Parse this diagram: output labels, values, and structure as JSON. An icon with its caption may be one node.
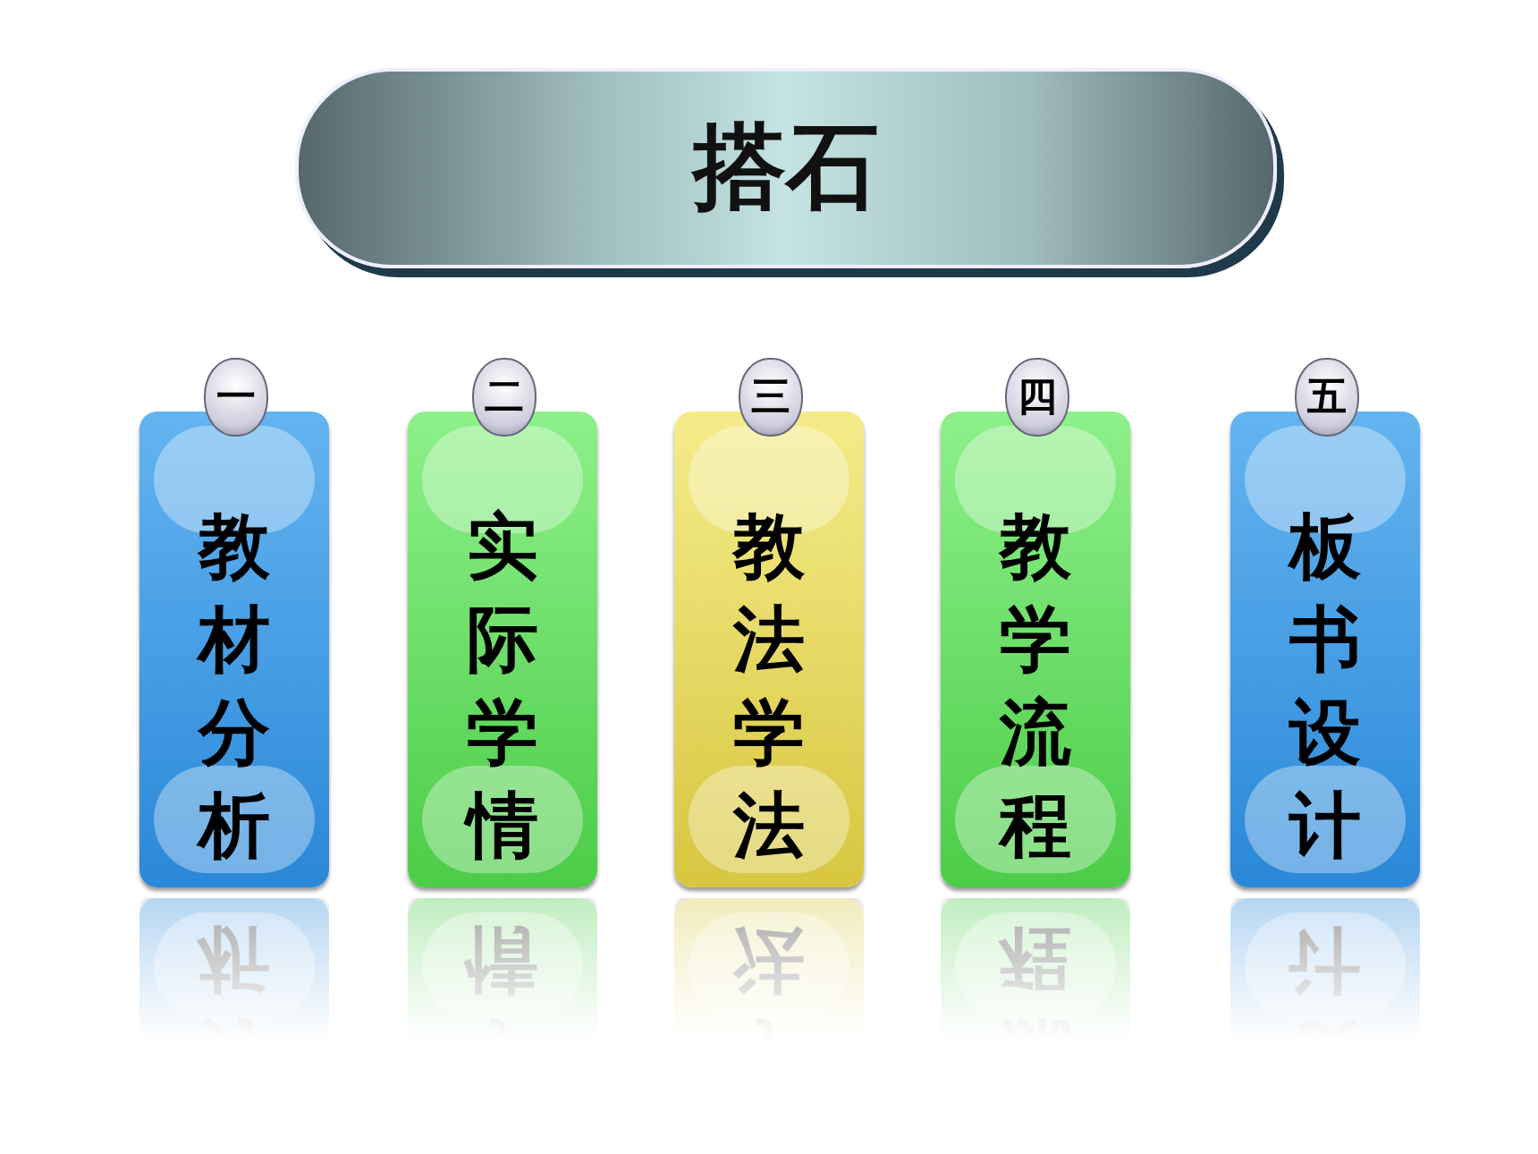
{
  "diagram": {
    "title": "搭石",
    "nodes": [
      {
        "text": [
          "一",
          "教材分析"
        ]
      },
      {
        "text": [
          "二",
          "实际学情"
        ]
      },
      {
        "text": [
          "三",
          "教法学法"
        ]
      },
      {
        "text": [
          "四",
          "教学流程"
        ]
      },
      {
        "text": [
          "五",
          "板书设计"
        ]
      }
    ],
    "edges": []
  }
}
